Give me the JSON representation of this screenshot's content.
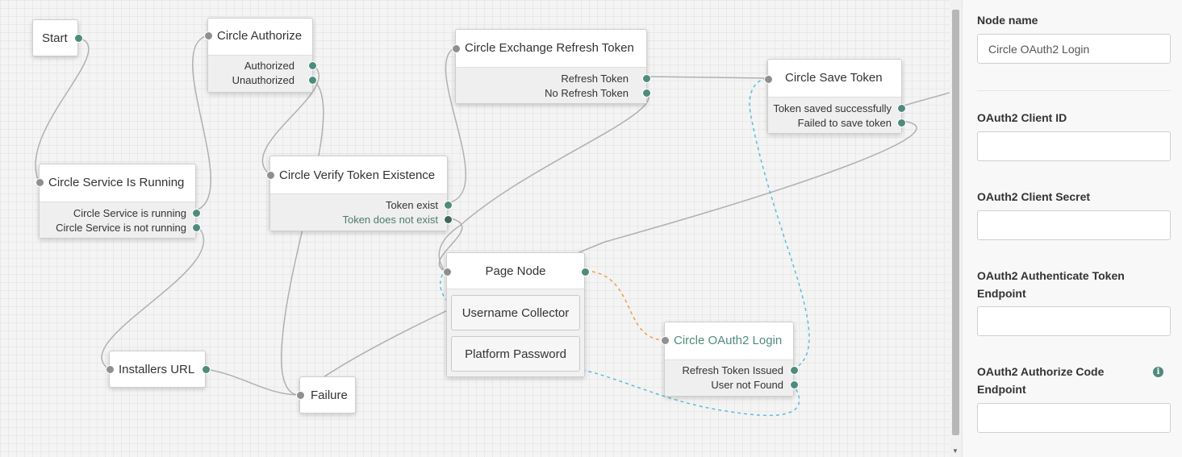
{
  "nodes": {
    "start": {
      "title": "Start"
    },
    "circle_authorize": {
      "title": "Circle Authorize",
      "outcomes": [
        "Authorized",
        "Unauthorized"
      ]
    },
    "circle_exchange": {
      "title": "Circle Exchange Refresh Token",
      "outcomes": [
        "Refresh Token",
        "No Refresh Token"
      ]
    },
    "circle_save_token": {
      "title": "Circle Save Token",
      "outcomes": [
        "Token saved successfully",
        "Failed to save token"
      ]
    },
    "circle_service": {
      "title": "Circle Service Is Running",
      "outcomes": [
        "Circle Service is running",
        "Circle Service is not running"
      ]
    },
    "circle_verify": {
      "title": "Circle Verify Token Existence",
      "outcomes": [
        "Token exist",
        "Token does not exist"
      ]
    },
    "page_node": {
      "title": "Page Node",
      "children": [
        "Username Collector",
        "Platform Password"
      ]
    },
    "circle_oauth2": {
      "title": "Circle OAuth2 Login",
      "outcomes": [
        "Refresh Token Issued",
        "User not Found"
      ]
    },
    "installers_url": {
      "title": "Installers URL"
    },
    "failure": {
      "title": "Failure"
    }
  },
  "panel": {
    "node_name_label": "Node name",
    "node_name_value": "Circle OAuth2 Login",
    "client_id_label": "OAuth2 Client ID",
    "client_id_value": "",
    "client_secret_label": "OAuth2 Client Secret",
    "client_secret_value": "",
    "auth_token_label_1": "OAuth2 Authenticate Token",
    "auth_token_label_2": "Endpoint",
    "auth_token_value": "",
    "authorize_code_label_1": "OAuth2 Authorize Code",
    "authorize_code_label_2": "Endpoint",
    "authorize_code_value": "",
    "info_icon_glyph": "i"
  },
  "colors": {
    "port": "#4f8b7d",
    "port_input": "#8f8f8f",
    "link": "#b0b0b0",
    "link_dashed_blue": "#5bbfd6",
    "link_dashed_orange": "#e6a24a",
    "selected_title": "#4f8b7d",
    "muted_outcome": "#4f7c6d"
  },
  "icons": {
    "info": "info-icon",
    "scroll_down": "chevron-down-icon"
  }
}
